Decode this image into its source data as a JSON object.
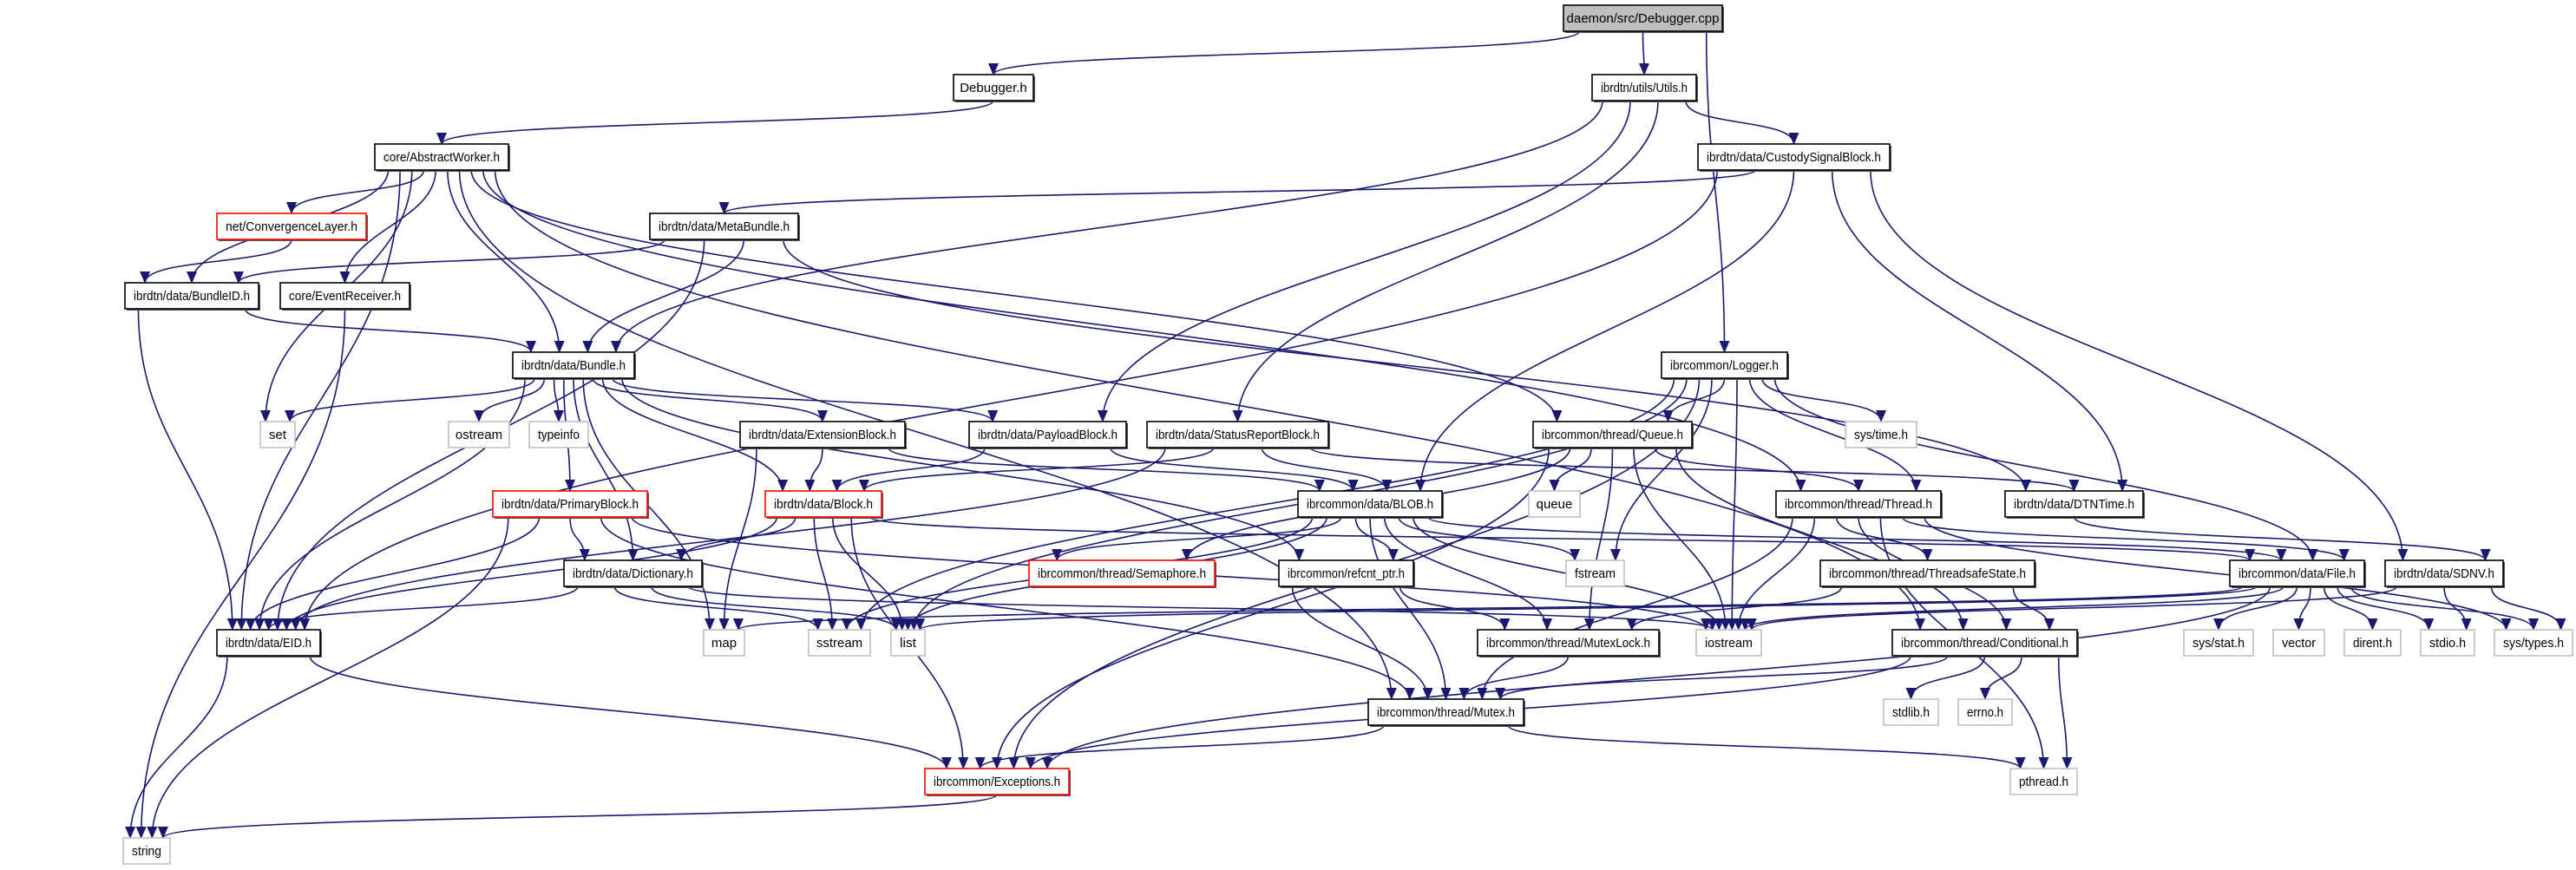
{
  "colors": {
    "edge": "#191970",
    "root_fill": "#bfbfbf",
    "documented_border": "#000000",
    "truncated_border": "#ff0000",
    "system_border": "#bfbfbf",
    "shadow": "#555555"
  },
  "nodes": [
    {
      "id": "cpp",
      "label": "daemon/src/Debugger.cpp",
      "kind": "root"
    },
    {
      "id": "dbgh",
      "label": "Debugger.h",
      "kind": "documented"
    },
    {
      "id": "utils",
      "label": "ibrdtn/utils/Utils.h",
      "kind": "documented"
    },
    {
      "id": "aw",
      "label": "core/AbstractWorker.h",
      "kind": "documented"
    },
    {
      "id": "csb",
      "label": "ibrdtn/data/CustodySignalBlock.h",
      "kind": "documented"
    },
    {
      "id": "cl",
      "label": "net/ConvergenceLayer.h",
      "kind": "truncated"
    },
    {
      "id": "meta",
      "label": "ibrdtn/data/MetaBundle.h",
      "kind": "documented"
    },
    {
      "id": "bid",
      "label": "ibrdtn/data/BundleID.h",
      "kind": "documented"
    },
    {
      "id": "er",
      "label": "core/EventReceiver.h",
      "kind": "documented"
    },
    {
      "id": "bundle",
      "label": "ibrdtn/data/Bundle.h",
      "kind": "documented"
    },
    {
      "id": "logger",
      "label": "ibrcommon/Logger.h",
      "kind": "documented"
    },
    {
      "id": "set",
      "label": "set",
      "kind": "system"
    },
    {
      "id": "ostream",
      "label": "ostream",
      "kind": "system"
    },
    {
      "id": "typeinfo",
      "label": "typeinfo",
      "kind": "system"
    },
    {
      "id": "ext",
      "label": "ibrdtn/data/ExtensionBlock.h",
      "kind": "documented"
    },
    {
      "id": "payload",
      "label": "ibrdtn/data/PayloadBlock.h",
      "kind": "documented"
    },
    {
      "id": "srb",
      "label": "ibrdtn/data/StatusReportBlock.h",
      "kind": "documented"
    },
    {
      "id": "queueh",
      "label": "ibrcommon/thread/Queue.h",
      "kind": "documented"
    },
    {
      "id": "systime",
      "label": "sys/time.h",
      "kind": "system"
    },
    {
      "id": "primary",
      "label": "ibrdtn/data/PrimaryBlock.h",
      "kind": "truncated"
    },
    {
      "id": "block",
      "label": "ibrdtn/data/Block.h",
      "kind": "truncated"
    },
    {
      "id": "blob",
      "label": "ibrcommon/data/BLOB.h",
      "kind": "documented"
    },
    {
      "id": "queue",
      "label": "queue",
      "kind": "system"
    },
    {
      "id": "thread",
      "label": "ibrcommon/thread/Thread.h",
      "kind": "documented"
    },
    {
      "id": "dtntime",
      "label": "ibrdtn/data/DTNTime.h",
      "kind": "documented"
    },
    {
      "id": "dict",
      "label": "ibrdtn/data/Dictionary.h",
      "kind": "documented"
    },
    {
      "id": "sema",
      "label": "ibrcommon/thread/Semaphore.h",
      "kind": "truncated"
    },
    {
      "id": "refcnt",
      "label": "ibrcommon/refcnt_ptr.h",
      "kind": "documented"
    },
    {
      "id": "fstream",
      "label": "fstream",
      "kind": "system"
    },
    {
      "id": "tss",
      "label": "ibrcommon/thread/ThreadsafeState.h",
      "kind": "documented"
    },
    {
      "id": "file",
      "label": "ibrcommon/data/File.h",
      "kind": "documented"
    },
    {
      "id": "sdnv",
      "label": "ibrdtn/data/SDNV.h",
      "kind": "documented"
    },
    {
      "id": "eid",
      "label": "ibrdtn/data/EID.h",
      "kind": "documented"
    },
    {
      "id": "map",
      "label": "map",
      "kind": "system"
    },
    {
      "id": "sstream",
      "label": "sstream",
      "kind": "system"
    },
    {
      "id": "list",
      "label": "list",
      "kind": "system"
    },
    {
      "id": "mutexlock",
      "label": "ibrcommon/thread/MutexLock.h",
      "kind": "documented"
    },
    {
      "id": "iostream",
      "label": "iostream",
      "kind": "system"
    },
    {
      "id": "cond",
      "label": "ibrcommon/thread/Conditional.h",
      "kind": "documented"
    },
    {
      "id": "sysstat",
      "label": "sys/stat.h",
      "kind": "system"
    },
    {
      "id": "vector",
      "label": "vector",
      "kind": "system"
    },
    {
      "id": "dirent",
      "label": "dirent.h",
      "kind": "system"
    },
    {
      "id": "stdio",
      "label": "stdio.h",
      "kind": "system"
    },
    {
      "id": "systypes",
      "label": "sys/types.h",
      "kind": "system"
    },
    {
      "id": "mutex",
      "label": "ibrcommon/thread/Mutex.h",
      "kind": "documented"
    },
    {
      "id": "stdlib",
      "label": "stdlib.h",
      "kind": "system"
    },
    {
      "id": "errno",
      "label": "errno.h",
      "kind": "system"
    },
    {
      "id": "exceptions",
      "label": "ibrcommon/Exceptions.h",
      "kind": "truncated"
    },
    {
      "id": "pthread",
      "label": "pthread.h",
      "kind": "system"
    },
    {
      "id": "string",
      "label": "string",
      "kind": "system"
    }
  ],
  "edges": [
    [
      "cpp",
      "dbgh"
    ],
    [
      "cpp",
      "utils"
    ],
    [
      "cpp",
      "logger"
    ],
    [
      "dbgh",
      "aw"
    ],
    [
      "utils",
      "csb"
    ],
    [
      "utils",
      "bundle"
    ],
    [
      "utils",
      "payload"
    ],
    [
      "utils",
      "srb"
    ],
    [
      "aw",
      "cl"
    ],
    [
      "aw",
      "bid"
    ],
    [
      "aw",
      "er"
    ],
    [
      "aw",
      "bundle"
    ],
    [
      "aw",
      "set"
    ],
    [
      "aw",
      "eid"
    ],
    [
      "aw",
      "mutex"
    ],
    [
      "aw",
      "queueh"
    ],
    [
      "aw",
      "thread"
    ],
    [
      "aw",
      "cond"
    ],
    [
      "cl",
      "bid"
    ],
    [
      "csb",
      "meta"
    ],
    [
      "csb",
      "eid"
    ],
    [
      "csb",
      "blob"
    ],
    [
      "csb",
      "dtntime"
    ],
    [
      "csb",
      "sdnv"
    ],
    [
      "meta",
      "bid"
    ],
    [
      "meta",
      "bundle"
    ],
    [
      "meta",
      "eid"
    ],
    [
      "meta",
      "dtntime"
    ],
    [
      "bid",
      "bundle"
    ],
    [
      "bid",
      "eid"
    ],
    [
      "er",
      "string"
    ],
    [
      "bundle",
      "set"
    ],
    [
      "bundle",
      "ostream"
    ],
    [
      "bundle",
      "typeinfo"
    ],
    [
      "bundle",
      "eid"
    ],
    [
      "bundle",
      "map"
    ],
    [
      "bundle",
      "primary"
    ],
    [
      "bundle",
      "dict"
    ],
    [
      "bundle",
      "block"
    ],
    [
      "bundle",
      "ext"
    ],
    [
      "bundle",
      "payload"
    ],
    [
      "bundle",
      "refcnt"
    ],
    [
      "logger",
      "queueh"
    ],
    [
      "logger",
      "thread"
    ],
    [
      "logger",
      "systime"
    ],
    [
      "logger",
      "iostream"
    ],
    [
      "logger",
      "fstream"
    ],
    [
      "logger",
      "sstream"
    ],
    [
      "logger",
      "list"
    ],
    [
      "logger",
      "exceptions"
    ],
    [
      "logger",
      "file"
    ],
    [
      "ext",
      "block"
    ],
    [
      "ext",
      "map"
    ],
    [
      "ext",
      "blob"
    ],
    [
      "payload",
      "block"
    ],
    [
      "payload",
      "blob"
    ],
    [
      "srb",
      "block"
    ],
    [
      "srb",
      "blob"
    ],
    [
      "srb",
      "dtntime"
    ],
    [
      "srb",
      "eid"
    ],
    [
      "queueh",
      "queue"
    ],
    [
      "queueh",
      "sema"
    ],
    [
      "queueh",
      "thread"
    ],
    [
      "queueh",
      "mutexlock"
    ],
    [
      "queueh",
      "cond"
    ],
    [
      "queueh",
      "iostream"
    ],
    [
      "queueh",
      "exceptions"
    ],
    [
      "primary",
      "eid"
    ],
    [
      "primary",
      "dict"
    ],
    [
      "primary",
      "string"
    ],
    [
      "primary",
      "iostream"
    ],
    [
      "primary",
      "mutex"
    ],
    [
      "block",
      "eid"
    ],
    [
      "block",
      "dict"
    ],
    [
      "block",
      "list"
    ],
    [
      "block",
      "exceptions"
    ],
    [
      "block",
      "sstream"
    ],
    [
      "block",
      "file"
    ],
    [
      "blob",
      "sema"
    ],
    [
      "blob",
      "refcnt"
    ],
    [
      "blob",
      "fstream"
    ],
    [
      "blob",
      "mutexlock"
    ],
    [
      "blob",
      "mutex"
    ],
    [
      "blob",
      "iostream"
    ],
    [
      "blob",
      "list"
    ],
    [
      "blob",
      "sstream"
    ],
    [
      "blob",
      "file"
    ],
    [
      "thread",
      "tss"
    ],
    [
      "thread",
      "cond"
    ],
    [
      "thread",
      "file"
    ],
    [
      "thread",
      "systypes"
    ],
    [
      "thread",
      "pthread"
    ],
    [
      "thread",
      "mutex"
    ],
    [
      "thread",
      "iostream"
    ],
    [
      "dtntime",
      "sdnv"
    ],
    [
      "dict",
      "eid"
    ],
    [
      "dict",
      "sstream"
    ],
    [
      "dict",
      "list"
    ],
    [
      "dict",
      "iostream"
    ],
    [
      "refcnt",
      "mutex"
    ],
    [
      "refcnt",
      "mutexlock"
    ],
    [
      "tss",
      "cond"
    ],
    [
      "tss",
      "mutexlock"
    ],
    [
      "file",
      "sysstat"
    ],
    [
      "file",
      "vector"
    ],
    [
      "file",
      "dirent"
    ],
    [
      "file",
      "stdio"
    ],
    [
      "file",
      "systypes"
    ],
    [
      "file",
      "list"
    ],
    [
      "file",
      "iostream"
    ],
    [
      "file",
      "map"
    ],
    [
      "file",
      "exceptions"
    ],
    [
      "sdnv",
      "stdio"
    ],
    [
      "sdnv",
      "systypes"
    ],
    [
      "sdnv",
      "iostream"
    ],
    [
      "eid",
      "string"
    ],
    [
      "eid",
      "exceptions"
    ],
    [
      "mutexlock",
      "mutex"
    ],
    [
      "cond",
      "stdlib"
    ],
    [
      "cond",
      "errno"
    ],
    [
      "cond",
      "pthread"
    ],
    [
      "cond",
      "mutex"
    ],
    [
      "cond",
      "exceptions"
    ],
    [
      "mutex",
      "exceptions"
    ],
    [
      "mutex",
      "pthread"
    ],
    [
      "exceptions",
      "string"
    ]
  ]
}
